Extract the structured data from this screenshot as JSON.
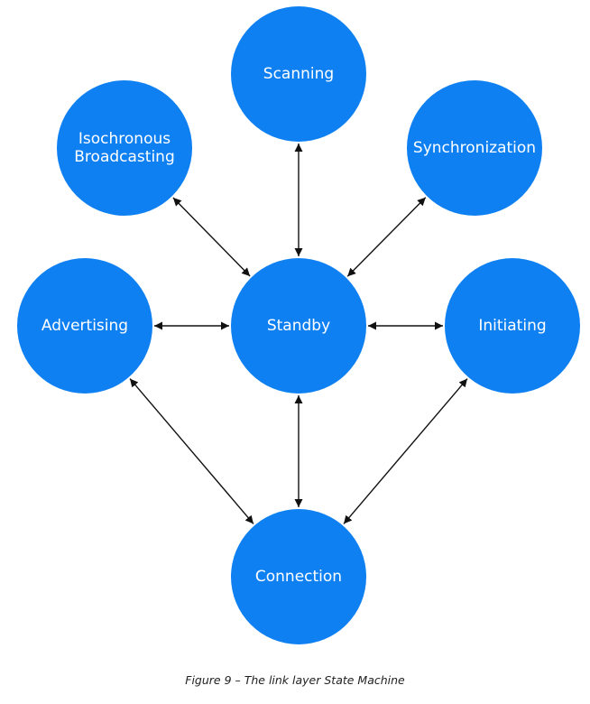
{
  "diagram": {
    "node_color": "#0f80f2",
    "arrow_color": "#111111",
    "nodes": [
      {
        "id": "scanning",
        "lines": [
          "Scanning"
        ]
      },
      {
        "id": "isochronous-broadcasting",
        "lines": [
          "Isochronous",
          "Broadcasting"
        ]
      },
      {
        "id": "synchronization",
        "lines": [
          "Synchronization"
        ]
      },
      {
        "id": "advertising",
        "lines": [
          "Advertising"
        ]
      },
      {
        "id": "standby",
        "lines": [
          "Standby"
        ]
      },
      {
        "id": "initiating",
        "lines": [
          "Initiating"
        ]
      },
      {
        "id": "connection",
        "lines": [
          "Connection"
        ]
      }
    ],
    "edges": [
      {
        "from": "standby",
        "to": "scanning",
        "bidirectional": true
      },
      {
        "from": "standby",
        "to": "isochronous-broadcasting",
        "bidirectional": true
      },
      {
        "from": "standby",
        "to": "synchronization",
        "bidirectional": true
      },
      {
        "from": "standby",
        "to": "advertising",
        "bidirectional": true
      },
      {
        "from": "standby",
        "to": "initiating",
        "bidirectional": true
      },
      {
        "from": "standby",
        "to": "connection",
        "bidirectional": true
      },
      {
        "from": "advertising",
        "to": "connection",
        "bidirectional": true
      },
      {
        "from": "initiating",
        "to": "connection",
        "bidirectional": true
      }
    ]
  },
  "caption": "Figure 9 – The link layer State Machine"
}
